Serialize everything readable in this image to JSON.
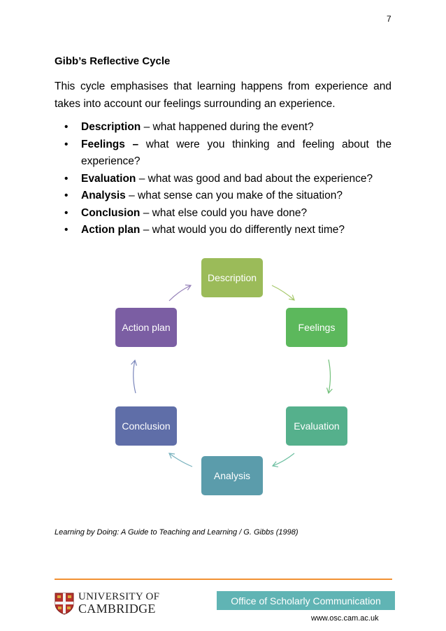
{
  "page_number": "7",
  "heading": "Gibb’s Reflective Cycle",
  "intro": "This cycle emphasises that learning happens from experience and takes into account our feelings surrounding an experience.",
  "bullets": [
    {
      "term": "Description",
      "text": " – what happened during the event?"
    },
    {
      "term": "Feelings –",
      "text": " what were you thinking and feeling about the experience?"
    },
    {
      "term": "Evaluation",
      "text": " – what was good and bad about the experience?"
    },
    {
      "term": "Analysis",
      "text": " – what sense can you make of the situation?"
    },
    {
      "term": "Conclusion",
      "text": " – what else could you have done?"
    },
    {
      "term": "Action plan",
      "text": " – what would you do differently next time?"
    }
  ],
  "cycle": {
    "description": {
      "label": "Description",
      "color": "#9bbb59"
    },
    "feelings": {
      "label": "Feelings",
      "color": "#5cb85c"
    },
    "evaluation": {
      "label": "Evaluation",
      "color": "#55b08c"
    },
    "analysis": {
      "label": "Analysis",
      "color": "#5b9cab"
    },
    "conclusion": {
      "label": "Conclusion",
      "color": "#5f6ea8"
    },
    "action_plan": {
      "label": "Action plan",
      "color": "#7b5ea3"
    }
  },
  "citation": "Learning by Doing: A Guide to Teaching and Learning / G. Gibbs (1998)",
  "footer": {
    "university_line1": "UNIVERSITY OF",
    "university_line2": "CAMBRIDGE",
    "office": "Office of Scholarly Communication",
    "url": "www.osc.cam.ac.uk",
    "rule_color": "#f29132",
    "office_box_color": "#60b4b4"
  }
}
